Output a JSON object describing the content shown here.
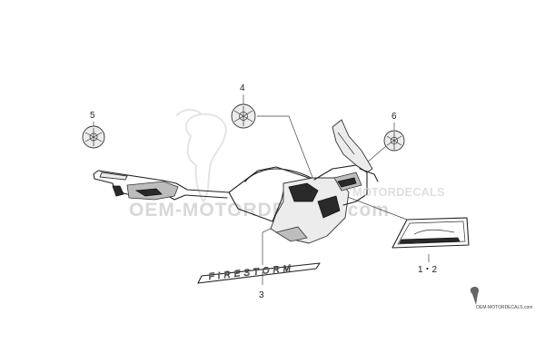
{
  "watermark": {
    "text": "OEM-MOTORDECALS.com",
    "footer": "OEM-MOTORDECALS.com"
  },
  "callouts": [
    {
      "id": "1-2",
      "label": "1・2"
    },
    {
      "id": "3",
      "label": "3"
    },
    {
      "id": "4",
      "label": "4"
    },
    {
      "id": "5",
      "label": "5"
    },
    {
      "id": "6",
      "label": "6"
    }
  ],
  "decals": {
    "side_stripe_text": "FIRESTORM"
  },
  "icons": {
    "emblem": "tuning-fork-emblem-icon",
    "watermark_bird": "bird-watermark-icon"
  }
}
